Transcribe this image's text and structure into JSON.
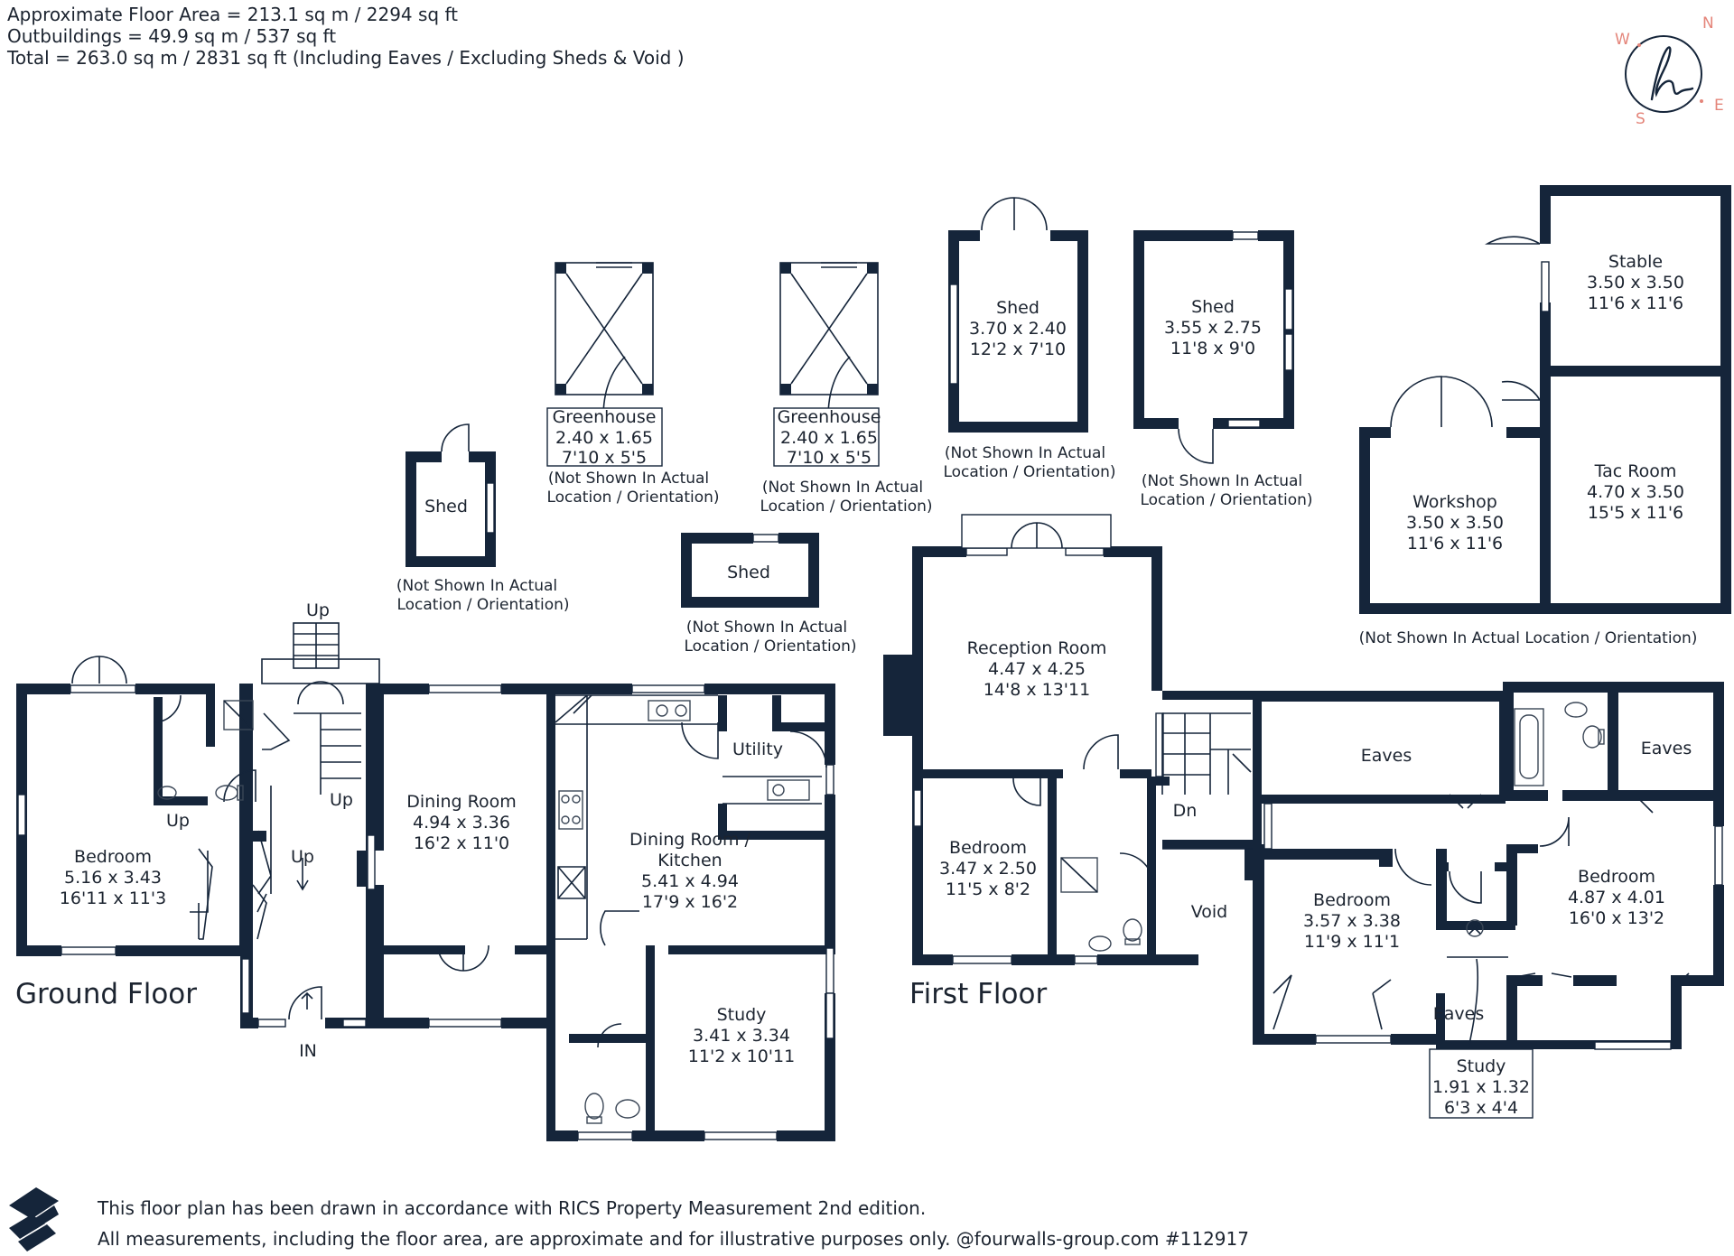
{
  "header": {
    "line1": "Approximate Floor Area = 213.1 sq m / 2294 sq ft",
    "line2": "Outbuildings = 49.9 sq m / 537 sq ft",
    "line3": "Total = 263.0 sq m / 2831 sq ft (Including Eaves / Excluding Sheds & Void )"
  },
  "compass": {
    "n": "N",
    "e": "E",
    "s": "S",
    "w": "W"
  },
  "ground_floor": {
    "title": "Ground Floor",
    "entrance": "IN",
    "up_labels": [
      "Up",
      "Up",
      "Up",
      "Up"
    ],
    "rooms": {
      "bedroom": {
        "name": "Bedroom",
        "metric": "5.16 x 3.43",
        "imperial": "16'11 x 11'3"
      },
      "dining": {
        "name": "Dining Room",
        "metric": "4.94 x 3.36",
        "imperial": "16'2 x 11'0"
      },
      "kitchen": {
        "name1": "Dining Room /",
        "name2": "Kitchen",
        "metric": "5.41 x 4.94",
        "imperial": "17'9 x 16'2"
      },
      "utility": {
        "name": "Utility"
      },
      "study": {
        "name": "Study",
        "metric": "3.41 x 3.34",
        "imperial": "11'2 x 10'11"
      }
    }
  },
  "first_floor": {
    "title": "First Floor",
    "down": "Dn",
    "rooms": {
      "reception": {
        "name": "Reception Room",
        "metric": "4.47 x 4.25",
        "imperial": "14'8 x 13'11"
      },
      "bedroom_a": {
        "name": "Bedroom",
        "metric": "3.47 x 2.50",
        "imperial": "11'5 x 8'2"
      },
      "void": {
        "name": "Void"
      },
      "eaves_a": {
        "name": "Eaves"
      },
      "eaves_b": {
        "name": "Eaves"
      },
      "eaves_c": {
        "name": "Eaves"
      },
      "bedroom_b": {
        "name": "Bedroom",
        "metric": "3.57 x 3.38",
        "imperial": "11'9 x 11'1"
      },
      "bedroom_c": {
        "name": "Bedroom",
        "metric": "4.87 x 4.01",
        "imperial": "16'0 x 13'2"
      },
      "study": {
        "name": "Study",
        "metric": "1.91 x 1.32",
        "imperial": "6'3 x 4'4"
      }
    }
  },
  "outbuildings": {
    "shed_small": {
      "name": "Shed",
      "note1": "(Not Shown In Actual",
      "note2": "Location / Orientation)"
    },
    "greenhouse_a": {
      "name": "Greenhouse",
      "metric": "2.40 x 1.65",
      "imperial": "7'10 x 5'5",
      "note1": "(Not Shown In Actual",
      "note2": "Location / Orientation)"
    },
    "greenhouse_b": {
      "name": "Greenhouse",
      "metric": "2.40 x 1.65",
      "imperial": "7'10 x 5'5",
      "note1": "(Not Shown In Actual",
      "note2": "Location / Orientation)"
    },
    "shed_low": {
      "name": "Shed",
      "note1": "(Not Shown In Actual",
      "note2": "Location / Orientation)"
    },
    "shed_a": {
      "name": "Shed",
      "metric": "3.70 x 2.40",
      "imperial": "12'2 x 7'10",
      "note1": "(Not Shown In Actual",
      "note2": "Location / Orientation)"
    },
    "shed_b": {
      "name": "Shed",
      "metric": "3.55 x 2.75",
      "imperial": "11'8 x 9'0",
      "note1": "(Not Shown In Actual",
      "note2": "Location / Orientation)"
    },
    "stable": {
      "name": "Stable",
      "metric": "3.50 x 3.50",
      "imperial": "11'6 x 11'6"
    },
    "workshop": {
      "name": "Workshop",
      "metric": "3.50 x 3.50",
      "imperial": "11'6 x 11'6"
    },
    "tac_room": {
      "name": "Tac Room",
      "metric": "4.70 x 3.50",
      "imperial": "15'5 x 11'6"
    },
    "complex_note": "(Not Shown In Actual Location / Orientation)"
  },
  "footer": {
    "line1": "This floor plan has been drawn in accordance with RICS Property Measurement 2nd edition.",
    "line2": "All measurements, including the floor area, are approximate and for illustrative purposes only. @fourwalls-group.com #112917"
  }
}
